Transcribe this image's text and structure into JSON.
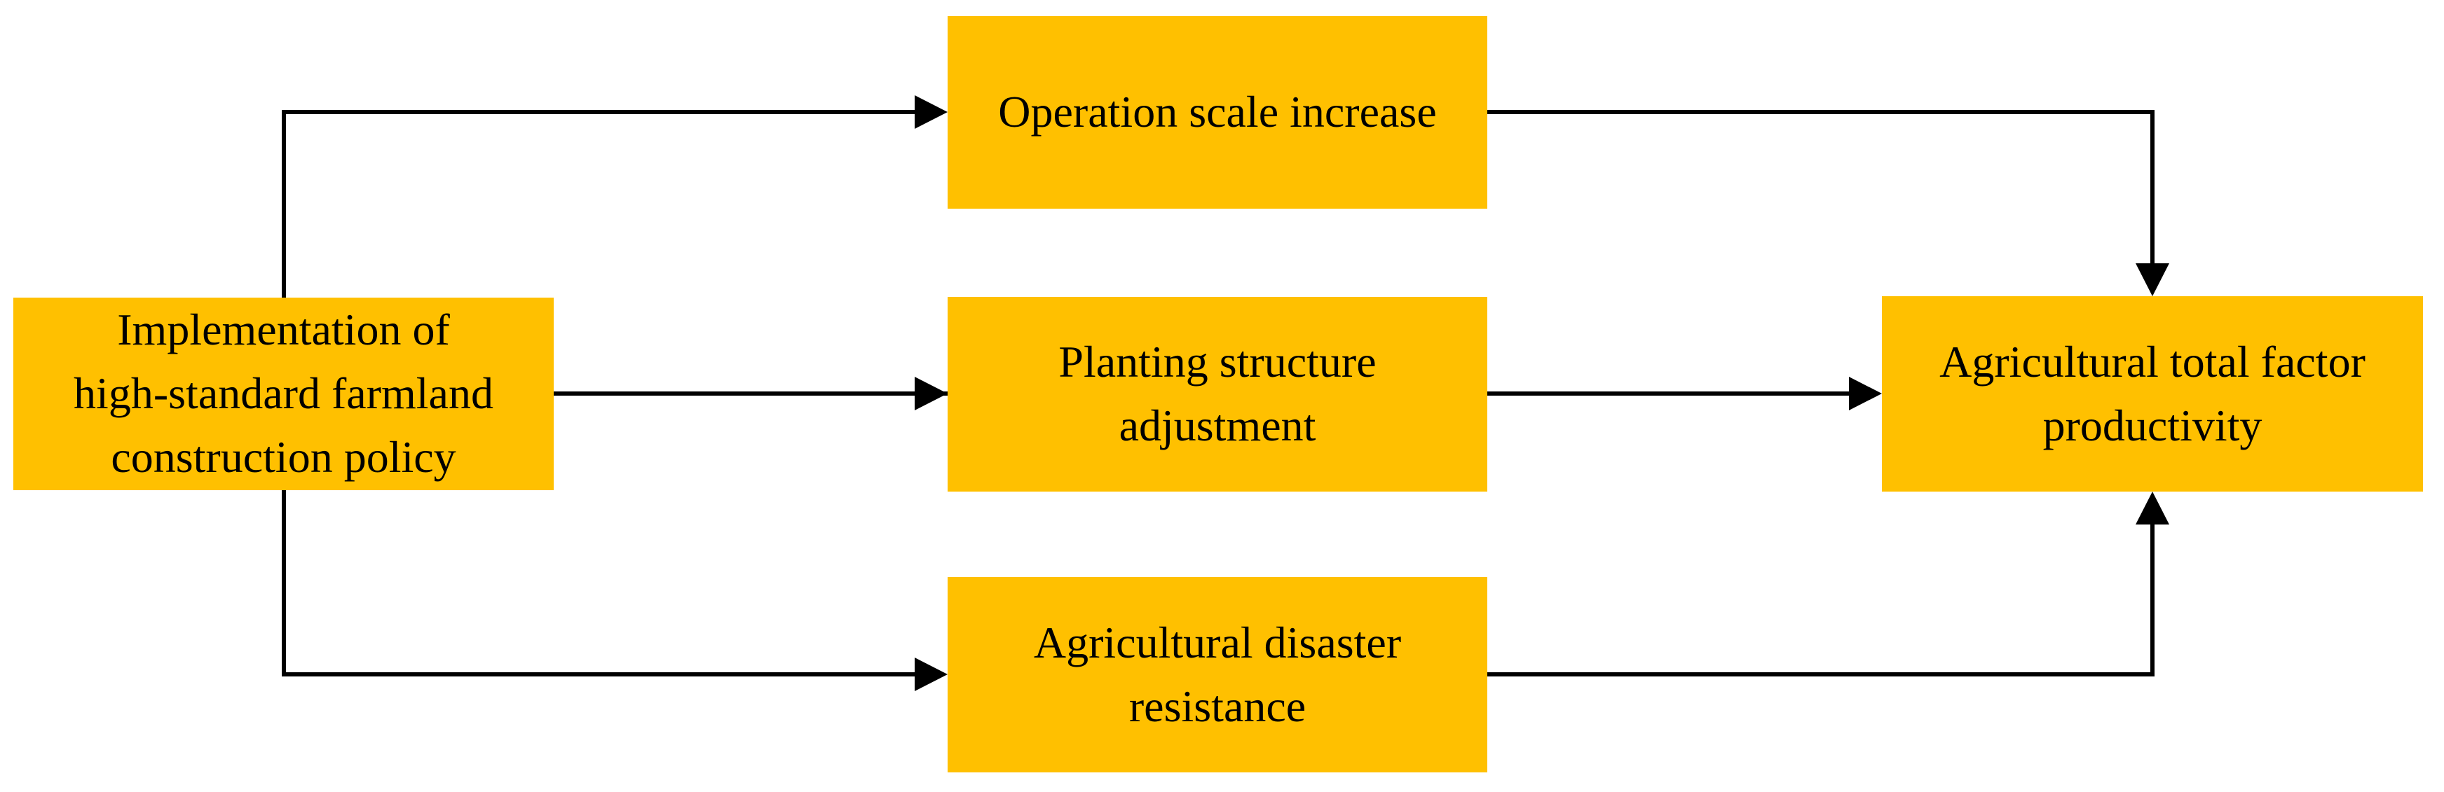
{
  "diagram_type": "flowchart",
  "colors": {
    "node_fill": "#FFC000",
    "line": "#000000",
    "text": "#000000",
    "background": "#FFFFFF"
  },
  "nodes": {
    "policy": {
      "label": "Implementation of high-standard farmland construction policy",
      "lines": [
        "Implementation of",
        "high-standard farmland",
        "construction policy"
      ]
    },
    "operation_scale": {
      "label": "Operation scale increase",
      "lines": [
        "Operation scale increase"
      ]
    },
    "planting_structure": {
      "label": "Planting structure adjustment",
      "lines": [
        "Planting structure",
        "adjustment"
      ]
    },
    "disaster_resistance": {
      "label": "Agricultural disaster resistance",
      "lines": [
        "Agricultural disaster",
        "resistance"
      ]
    },
    "tfp": {
      "label": "Agricultural total factor productivity",
      "lines": [
        "Agricultural total factor",
        "productivity"
      ]
    }
  },
  "edges": [
    {
      "from": "policy",
      "to": "operation_scale"
    },
    {
      "from": "policy",
      "to": "planting_structure"
    },
    {
      "from": "policy",
      "to": "disaster_resistance"
    },
    {
      "from": "operation_scale",
      "to": "tfp"
    },
    {
      "from": "planting_structure",
      "to": "tfp"
    },
    {
      "from": "disaster_resistance",
      "to": "tfp"
    }
  ]
}
